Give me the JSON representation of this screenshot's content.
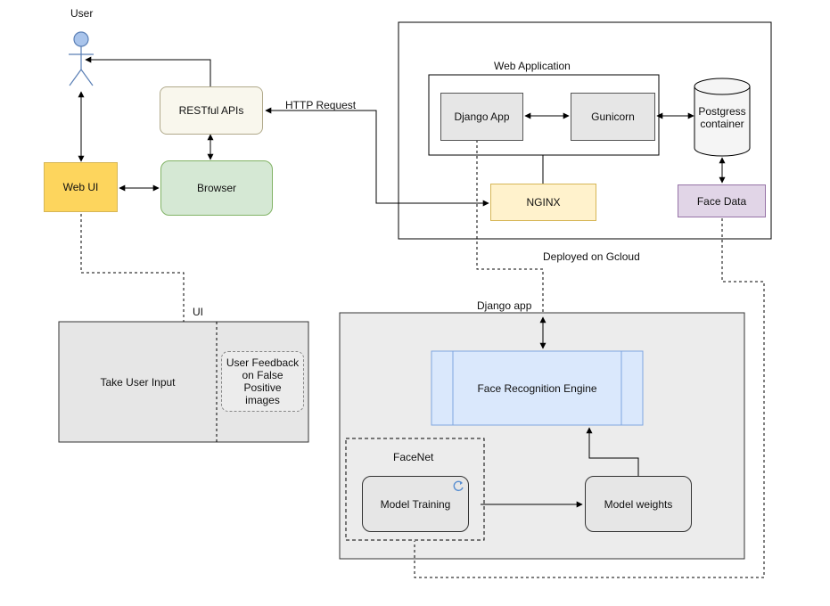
{
  "labels": {
    "user": "User",
    "restful_apis": "RESTful APIs",
    "http_request": "HTTP Request",
    "web_ui": "Web UI",
    "browser": "Browser",
    "web_application": "Web Application",
    "django_app": "Django App",
    "gunicorn": "Gunicorn",
    "postgress": "Postgress",
    "container": "container",
    "nginx": "NGINX",
    "face_data": "Face Data",
    "deployed_on_gcloud": "Deployed on Gcloud",
    "ui": "UI",
    "take_user_input": "Take User Input",
    "user_feedback": "User Feedback on False Positive images",
    "django_app_section": "Django app",
    "face_recognition_engine": "Face Recognition Engine",
    "facenet": "FaceNet",
    "model_training": "Model Training",
    "model_weights": "Model weights"
  },
  "colors": {
    "restful_fill": "#f9f7ed",
    "web_ui_fill": "#fdd55d",
    "browser_fill": "#d5e8d4",
    "nginx_fill": "#fff2cc",
    "face_data_fill": "#e1d5e7",
    "engine_fill": "#dae8fc",
    "gray_panel": "#ececec",
    "gray_box": "#e6e6e6",
    "user_icon": "#a9c4eb"
  }
}
